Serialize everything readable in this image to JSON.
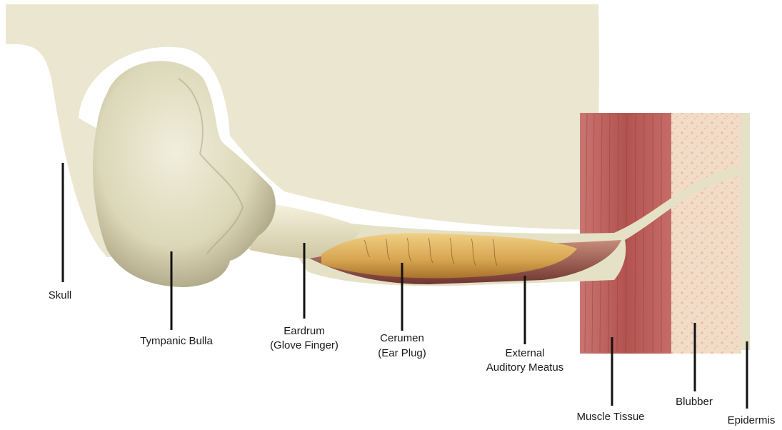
{
  "labels": {
    "skull": "Skull",
    "tympanic_bulla": "Tympanic Bulla",
    "eardrum_line1": "Eardrum",
    "eardrum_line2": "(Glove Finger)",
    "cerumen_line1": "Cerumen",
    "cerumen_line2": "(Ear Plug)",
    "meatus_line1": "External",
    "meatus_line2": "Auditory Meatus",
    "muscle": "Muscle Tissue",
    "blubber": "Blubber",
    "epidermis": "Epidermis"
  },
  "colors": {
    "skull": "#ebe6cf",
    "bone": "#e4e1c6",
    "muscle": "#b85f5c",
    "blubber": "#f1d8c3",
    "earplug": "#d4a352",
    "canal_wall": "#8a4a44"
  }
}
